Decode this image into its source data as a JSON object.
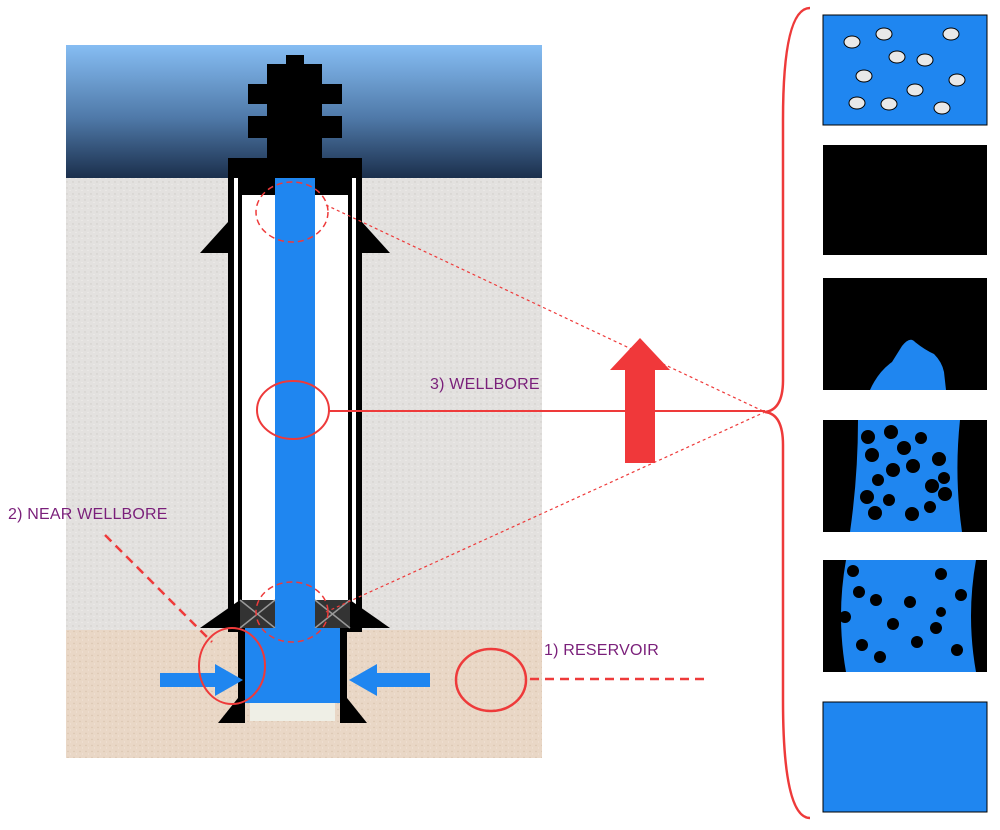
{
  "labels": {
    "wellbore": "3) WELLBORE",
    "near_wellbore": "2) NEAR WELLBORE",
    "reservoir": "1) RESERVOIR"
  },
  "colors": {
    "sky_top": "#7fb7f0",
    "sky_bottom": "#1e3557",
    "rock": "#e2e0de",
    "reservoir_rock": "#e8d6c4",
    "fluid_blue": "#1f86f0",
    "annotation_red": "#ee3a3a",
    "label_purple": "#7a1f7a",
    "steel_black": "#000000"
  },
  "flow_regime_panels": [
    {
      "name": "bubbly-flow-panel"
    },
    {
      "name": "gas-flow-panel"
    },
    {
      "name": "slug-flow-panel"
    },
    {
      "name": "churn-flow-panel"
    },
    {
      "name": "dispersed-flow-panel"
    },
    {
      "name": "liquid-flow-panel"
    }
  ]
}
